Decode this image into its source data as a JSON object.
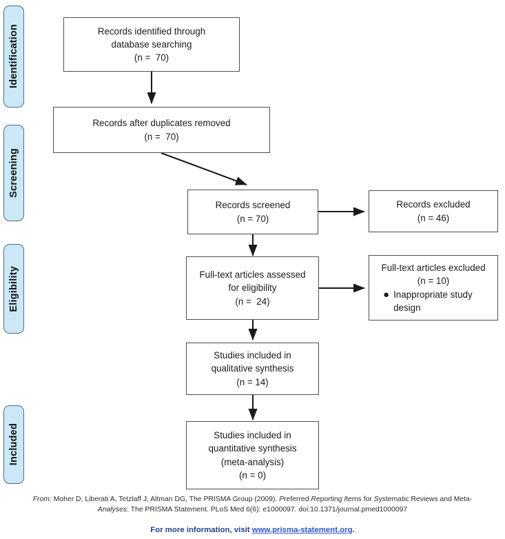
{
  "diagram": {
    "type": "prisma-flow-diagram",
    "phases": [
      {
        "id": "identification",
        "label": "Identification"
      },
      {
        "id": "screening",
        "label": "Screening"
      },
      {
        "id": "eligibility",
        "label": "Eligibility"
      },
      {
        "id": "included",
        "label": "Included"
      }
    ],
    "boxes": [
      {
        "id": "records-identified",
        "lines": [
          "Records identified through",
          "database searching",
          "(n =  70)"
        ],
        "count": 70
      },
      {
        "id": "records-after-duplicates",
        "lines": [
          "Records after duplicates removed",
          "(n =  70)"
        ],
        "count": 70
      },
      {
        "id": "records-screened",
        "lines": [
          "Records screened",
          "(n = 70)"
        ],
        "count": 70
      },
      {
        "id": "records-excluded",
        "lines": [
          "Records excluded",
          "(n = 46)"
        ],
        "count": 46
      },
      {
        "id": "fulltext-assessed",
        "lines": [
          "Full-text articles assessed",
          "for eligibility",
          "(n =  24)"
        ],
        "count": 24
      },
      {
        "id": "fulltext-excluded",
        "lines": [
          "Full-text articles excluded",
          "(n = 10)"
        ],
        "count": 10,
        "bullets": [
          "Inappropriate study design"
        ]
      },
      {
        "id": "qualitative-synthesis",
        "lines": [
          "Studies included in",
          "qualitative synthesis",
          "(n = 14)"
        ],
        "count": 14
      },
      {
        "id": "quantitative-synthesis",
        "lines": [
          "Studies included in",
          "quantitative synthesis",
          "(meta-analysis)",
          "(n = 0)"
        ],
        "count": 0
      }
    ]
  },
  "footer": {
    "citation_prefix": "From:",
    "citation_line1_a": "  Moher D, Liberati A, Tetzlaff J, Altman DG, The PRISMA Group (2009). ",
    "citation_line1_b": "P",
    "citation_line1_c": "referred ",
    "citation_line1_d": "R",
    "citation_line1_e": "eporting ",
    "citation_line1_f": "I",
    "citation_line1_g": "tems for ",
    "citation_line1_h": "S",
    "citation_line1_i": "ystematic Reviews and Meta-",
    "citation_line2_a": "Analyses",
    "citation_line2_b": ": The PRISMA Statement. PLoS Med 6(6): e1000097. doi:10.1371/journal.pmed1000097",
    "more_info_text": "For more information, visit ",
    "more_info_url": "www.prisma-statement.org",
    "more_info_period": "."
  },
  "colors": {
    "phase_fill": "#cce8f7",
    "phase_border": "#4a6b8a",
    "box_border": "#4d4d4d",
    "text": "#1a1a1a",
    "link": "#2a55c6"
  }
}
